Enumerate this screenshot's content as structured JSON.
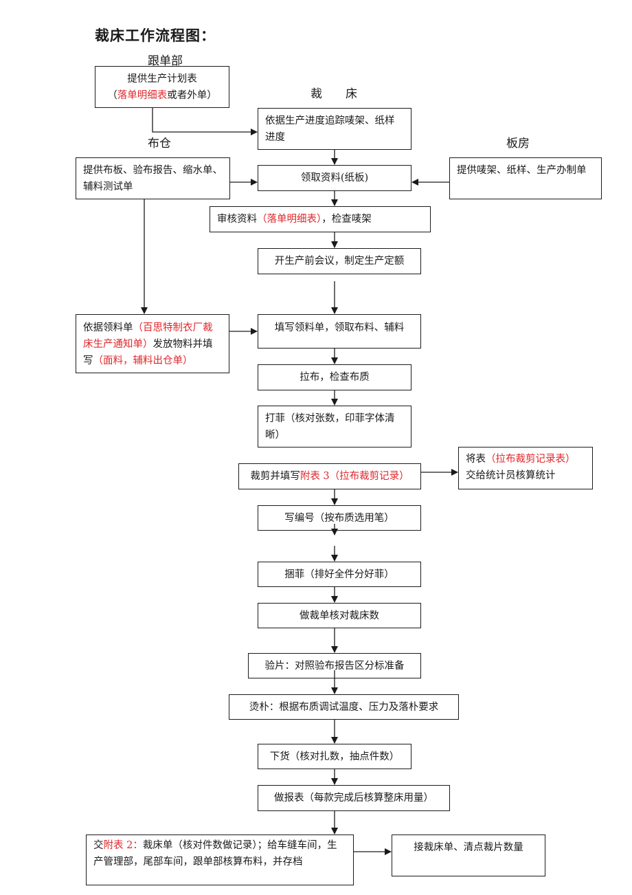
{
  "title": "裁床工作流程图：",
  "lanes": {
    "gendanbu": "跟单部",
    "caichuang": "裁　　床",
    "bucang": "布仓",
    "banfang": "板房"
  },
  "accent_color": "#e0262b",
  "nodes": {
    "plan": {
      "line1": "提供生产计划表",
      "open": "（",
      "red": "落单明细表",
      "rest": "或者外单）"
    },
    "track": {
      "text": "依据生产进度追踪唛架、纸样进度"
    },
    "bucang_provide": {
      "text": "提供布板、验布报告、缩水单、辅料测试单"
    },
    "receive": {
      "text": "领取资料(纸板)"
    },
    "banfang_provide": {
      "text": "提供唛架、纸样、生产办制单"
    },
    "review": {
      "pre": "审核资料",
      "red": "（落单明细表）",
      "post": "，检查唛架"
    },
    "meeting": {
      "text": "开生产前会议，制定生产定额"
    },
    "issue": {
      "pre": "依据领料单",
      "red1": "（百思特制衣厂裁床生产通知单）",
      "mid": "发放物料并填写",
      "red2": "（面料，辅料出仓单）"
    },
    "fill_requisition": {
      "text": "填写领料单，领取布料、辅料"
    },
    "spread": {
      "text": "拉布，检查布质"
    },
    "ticket": {
      "text": "打菲（核对张数，印菲字体清晰）"
    },
    "cut": {
      "pre": "裁剪并填写",
      "red": "附表 3（拉布裁剪记录）"
    },
    "hand_stats": {
      "pre": "将表",
      "red": "（拉布裁剪记录表）",
      "post": "交给统计员核算统计"
    },
    "number": {
      "text": "写编号（按布质选用笔）"
    },
    "bundle": {
      "text": "捆菲（排好全件分好菲）"
    },
    "cut_sheet": {
      "text": "做裁单核对裁床数"
    },
    "inspect": {
      "text": "验片：对照验布报告区分标准备"
    },
    "press": {
      "text": "烫朴：根据布质调试温度、压力及落朴要求"
    },
    "unload": {
      "text": "下货（核对扎数，抽点件数）"
    },
    "report": {
      "text": "做报表（每款完成后核算整床用量）"
    },
    "deliver": {
      "pre": "交",
      "red": "附表 2：",
      "post": "裁床单（核对件数做记录）；给车缝车间，生产管理部，尾部车间，跟单部核算布料，并存档"
    },
    "receive_sheet": {
      "text": "接裁床单、清点裁片数量"
    }
  }
}
